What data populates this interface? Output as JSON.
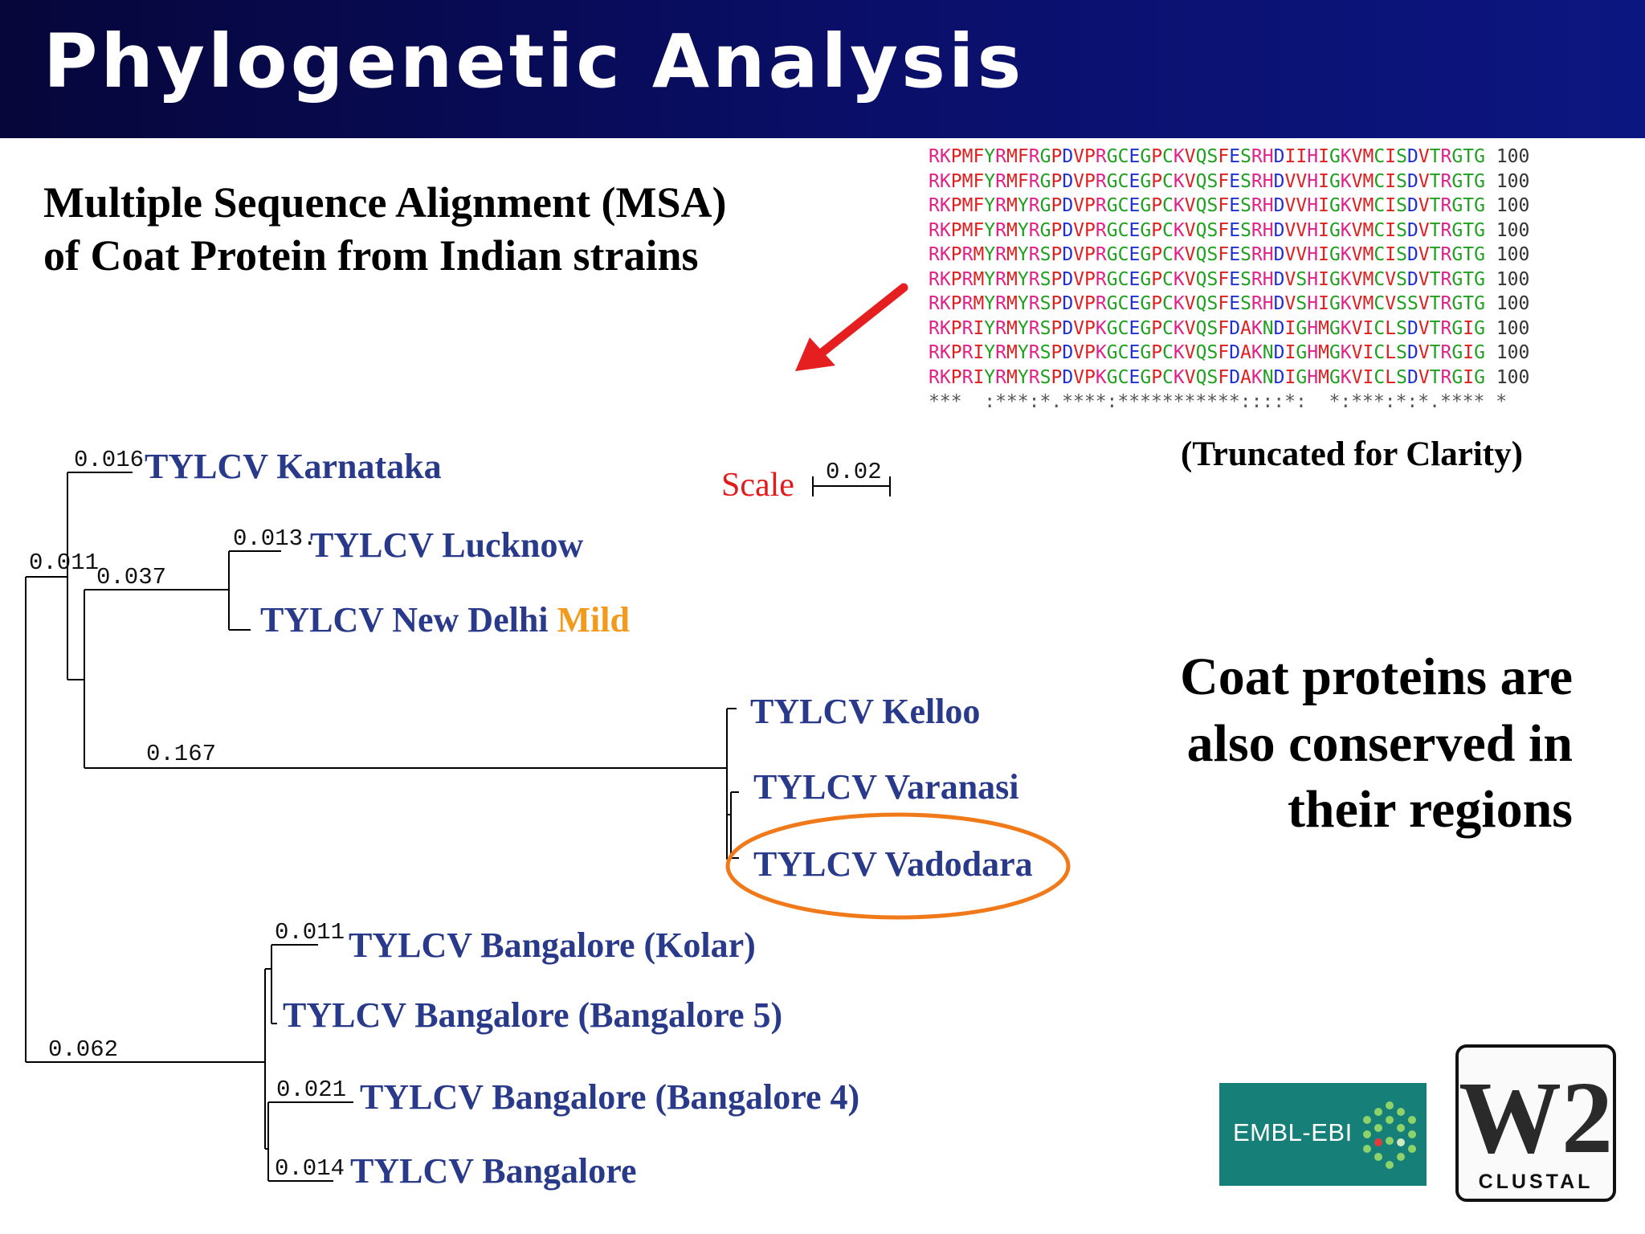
{
  "title": "Phylogenetic Analysis",
  "msa_heading": {
    "line1": "Multiple Sequence Alignment (MSA)",
    "line2": "of Coat Protein from Indian strains"
  },
  "msa": {
    "rows": [
      {
        "seq": "RKPMFYRMFRGPDVPRGCEGPCKVQSFESRHDIIHIGKVMCISDVTRGTG",
        "num": "100"
      },
      {
        "seq": "RKPMFYRMFRGPDVPRGCEGPCKVQSFESRHDVVHIGKVMCISDVTRGTG",
        "num": "100"
      },
      {
        "seq": "RKPMFYRMYRGPDVPRGCEGPCKVQSFESRHDVVHIGKVMCISDVTRGTG",
        "num": "100"
      },
      {
        "seq": "RKPMFYRMYRGPDVPRGCEGPCKVQSFESRHDVVHIGKVMCISDVTRGTG",
        "num": "100"
      },
      {
        "seq": "RKPRMYRMYRSPDVPRGCEGPCKVQSFESRHDVVHIGKVMCISDVTRGTG",
        "num": "100"
      },
      {
        "seq": "RKPRMYRMYRSPDVPRGCEGPCKVQSFESRHDVSHIGKVMCVSDVTRGTG",
        "num": "100"
      },
      {
        "seq": "RKPRMYRMYRSPDVPRGCEGPCKVQSFESRHDVSHIGKVMCVSSVTRGTG",
        "num": "100"
      },
      {
        "seq": "RKPRIYRMYRSPDVPKGCEGPCKVQSFDAKNDIGHMGKVICLSDVTRGIG",
        "num": "100"
      },
      {
        "seq": "RKPRIYRMYRSPDVPKGCEGPCKVQSFDAKNDIGHMGKVICLSDVTRGIG",
        "num": "100"
      },
      {
        "seq": "RKPRIYRMYRSPDVPKGCEGPCKVQSFDAKNDIGHMGKVICLSDVTRGIG",
        "num": "100"
      }
    ],
    "consensus": "***  :***:*.****:***********::::*:  *:***:*:*.**** *",
    "residue_colors": {
      "basic": "#e0218a",
      "hydrophobic": "#e02020",
      "polar": "#20a020",
      "acidic": "#2030d0"
    }
  },
  "truncated_note": "(Truncated for Clarity)",
  "tree": {
    "scale_word": "Scale",
    "scale_value": "0.02",
    "branch_lengths": {
      "karnataka": "0.016",
      "lucknow": "0.013.",
      "group_a": "0.011",
      "lucknow_delhi": "0.037",
      "kelloo_clade": "0.167",
      "bangalore_clade": "0.062",
      "kolar": "0.011",
      "bangalore4": "0.021",
      "bangalore": "0.014"
    },
    "leaves": {
      "karnataka": "TYLCV Karnataka",
      "lucknow": "TYLCV Lucknow",
      "new_delhi": "TYLCV New Delhi ",
      "new_delhi_suffix": "Mild",
      "kelloo": "TYLCV Kelloo",
      "varanasi": "TYLCV Varanasi",
      "vadodara": "TYLCV Vadodara",
      "kolar": "TYLCV Bangalore (Kolar)",
      "bangalore5": "TYLCV Bangalore (Bangalore 5)",
      "bangalore4": "TYLCV Bangalore (Bangalore 4)",
      "bangalore": "TYLCV Bangalore"
    },
    "highlighted_leaf": "TYLCV Vadodara",
    "highlight_color": "#f07a1a"
  },
  "conclusion": {
    "line1": "Coat proteins are",
    "line2": "also conserved in",
    "line3": "their regions"
  },
  "logos": {
    "embl": "EMBL-EBI",
    "clustal_mark": "W2",
    "clustal": "CLUSTAL"
  }
}
